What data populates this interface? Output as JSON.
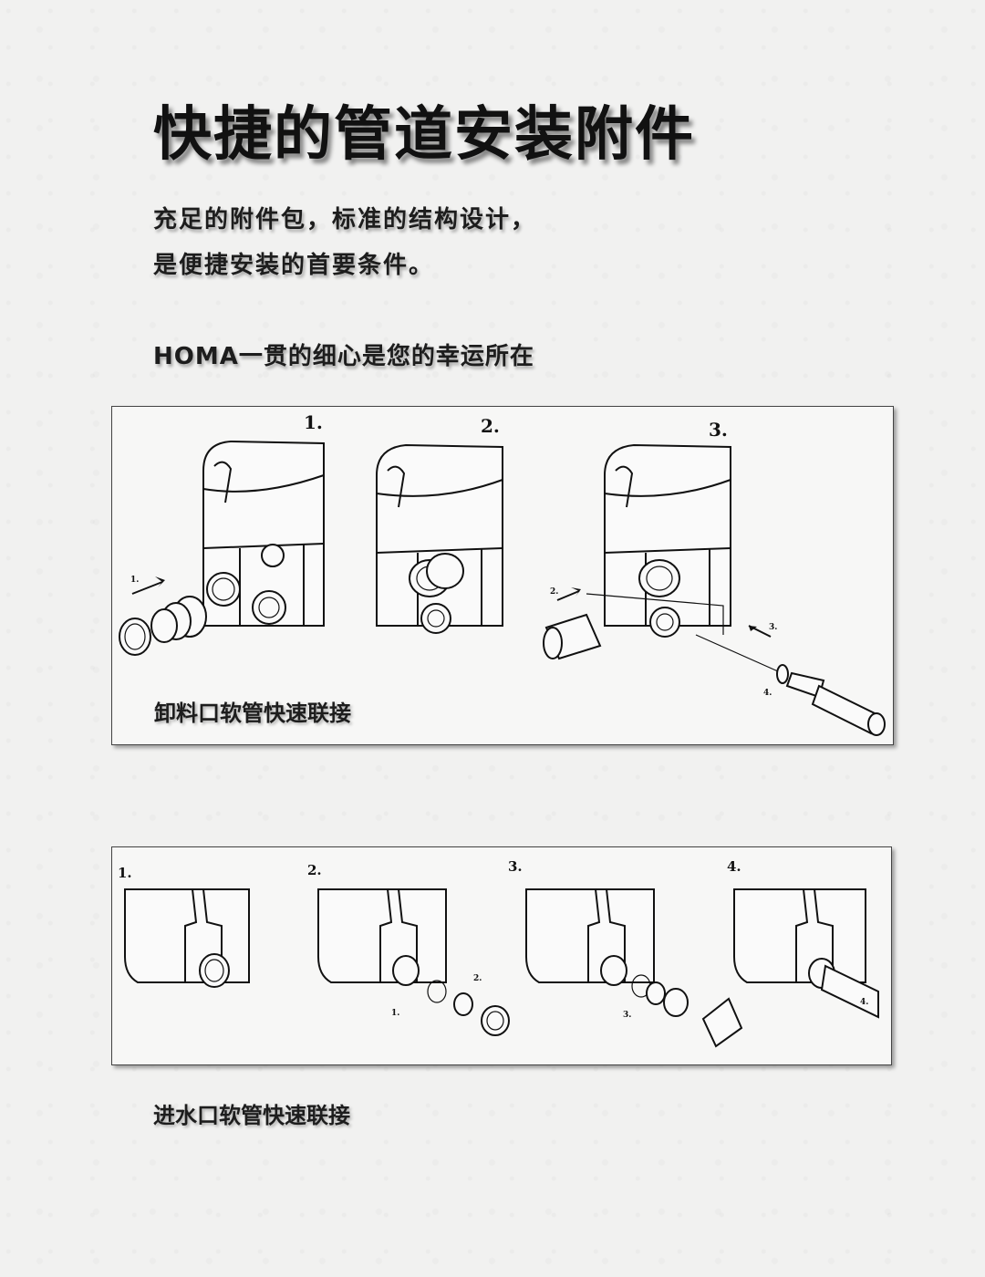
{
  "title": "快捷的管道安装附件",
  "intro": {
    "line1": "充足的附件包，标准的结构设计，",
    "line2": "是便捷安装的首要条件。"
  },
  "slogan": "HOMA一贯的细心是您的幸运所在",
  "panel1": {
    "caption": "卸料口软管快速联接",
    "steps": [
      "1.",
      "2.",
      "3."
    ],
    "sub_labels": [
      "1.",
      "2.",
      "3.",
      "4."
    ]
  },
  "panel2": {
    "caption": "进水口软管快速联接",
    "steps": [
      "1.",
      "2.",
      "3.",
      "4."
    ],
    "sub_labels": [
      "1.",
      "2.",
      "3.",
      "4."
    ]
  }
}
